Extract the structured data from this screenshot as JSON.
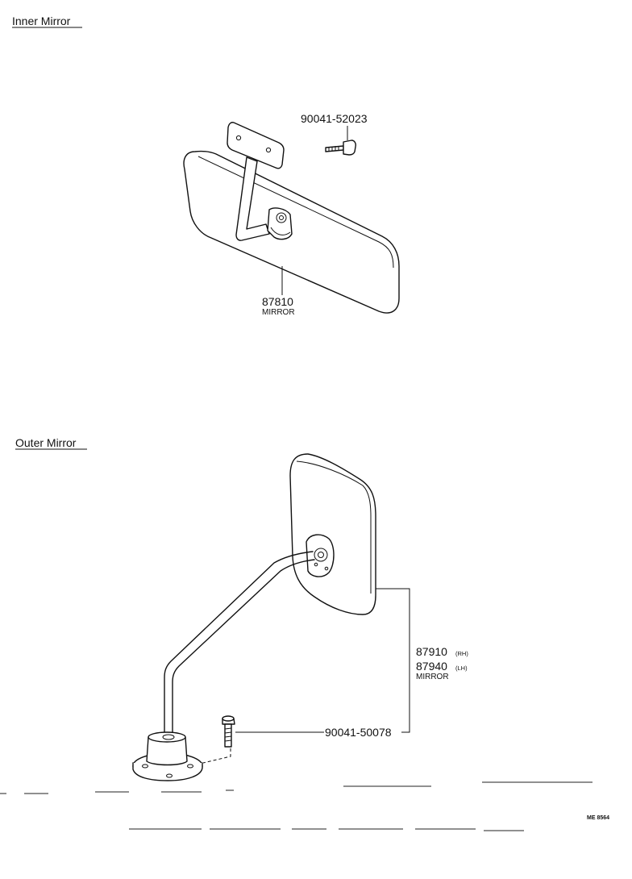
{
  "sections": {
    "inner": {
      "heading": "Inner Mirror"
    },
    "outer": {
      "heading": "Outer Mirror"
    }
  },
  "callouts": {
    "inner_screw": {
      "part_no": "90041-52023"
    },
    "inner_mirror": {
      "part_no": "87810",
      "name": "MIRROR"
    },
    "outer_mirror": {
      "part_no_rh": "87910",
      "suffix_rh": "(RH)",
      "part_no_lh": "87940",
      "suffix_lh": "(LH)",
      "name": "MIRROR"
    },
    "outer_screw": {
      "part_no": "90041-50078"
    }
  },
  "figure_code": "ME 8564"
}
